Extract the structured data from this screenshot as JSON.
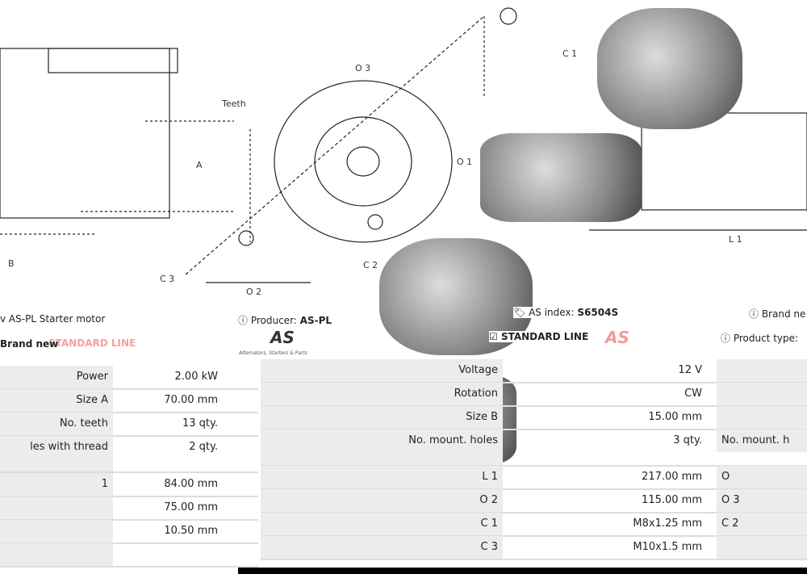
{
  "header": {
    "title": "v AS-PL Starter motor",
    "producer_label": "Producer:",
    "producer_value": "AS-PL",
    "index_label": "AS index:",
    "index_value": "S6504S",
    "brand_new_right": "Brand ne",
    "brand_new": "Brand new",
    "standard_line": "STANDARD LINE",
    "standard_line_faded": "STANDARD LINE",
    "product_type": "Product type:",
    "logo_tagline": "Alternators, Starters & Parts",
    "logo_text": "AS"
  },
  "diagram": {
    "labels": [
      "Teeth",
      "A",
      "B",
      "O 3",
      "C 1",
      "O 1",
      "C 3",
      "O 2",
      "C 2",
      "L 1"
    ]
  },
  "left_table": [
    {
      "label": "Power",
      "value": "2.00 kW"
    },
    {
      "label": "Size A",
      "value": "70.00 mm"
    },
    {
      "label": "No. teeth",
      "value": "13 qty."
    },
    {
      "label": "les with thread",
      "value": "2 qty."
    },
    {
      "label": "1",
      "value": "84.00 mm"
    },
    {
      "label": "",
      "value": "75.00 mm"
    },
    {
      "label": "",
      "value": "10.50 mm"
    },
    {
      "label": "",
      "value": ""
    }
  ],
  "right_table": [
    {
      "label": "Voltage",
      "value": "12 V",
      "extra": ""
    },
    {
      "label": "Rotation",
      "value": "CW",
      "extra": ""
    },
    {
      "label": "Size B",
      "value": "15.00 mm",
      "extra": ""
    },
    {
      "label": "No. mount. holes",
      "value": "3 qty.",
      "extra": "No. mount. h"
    },
    {
      "label": "L 1",
      "value": "217.00 mm",
      "extra": "O"
    },
    {
      "label": "O 2",
      "value": "115.00 mm",
      "extra": "O 3"
    },
    {
      "label": "C 1",
      "value": "M8x1.25 mm",
      "extra": "C 2"
    },
    {
      "label": "C 3",
      "value": "M10x1.5 mm",
      "extra": ""
    }
  ]
}
